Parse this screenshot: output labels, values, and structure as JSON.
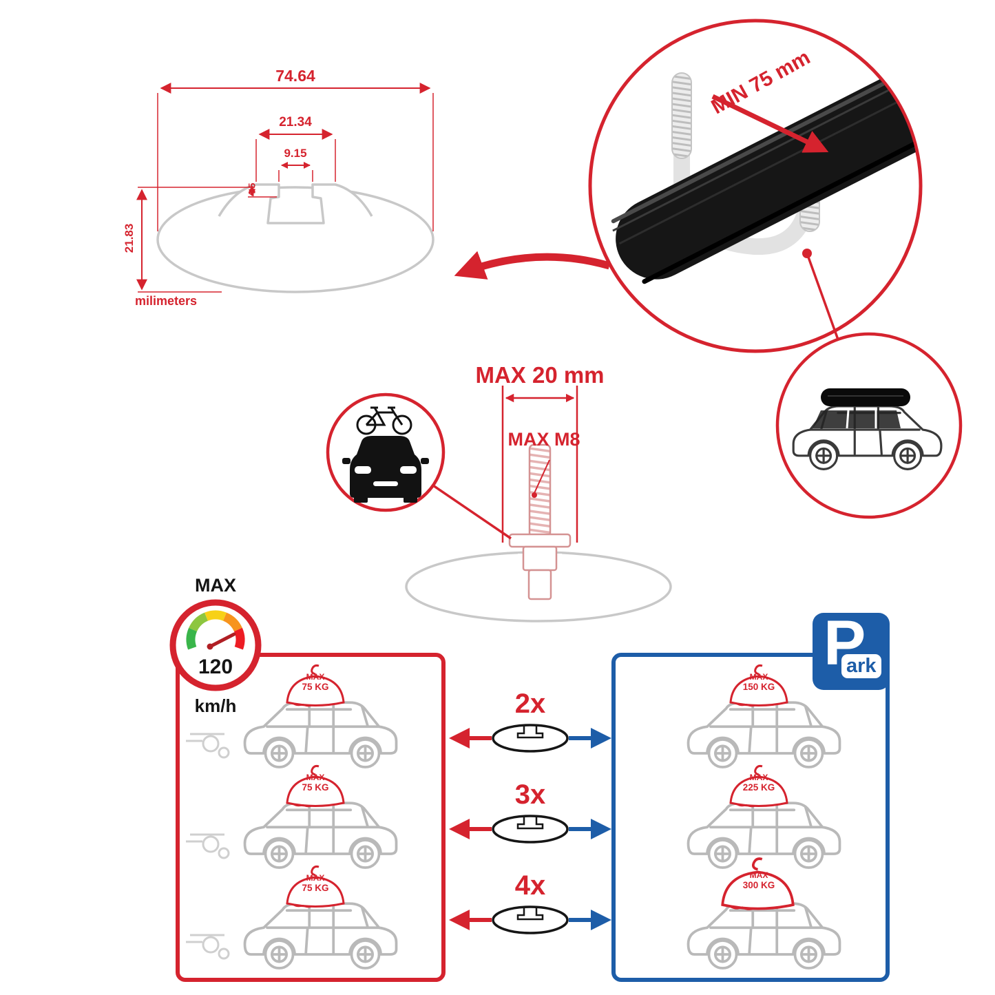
{
  "colors": {
    "accent_red": "#d5232e",
    "accent_blue": "#1d5da8",
    "profile_gray": "#c8c8c8",
    "bar_black": "#161616"
  },
  "dimension_drawing": {
    "total_width": "74.64",
    "channel_width": "21.34",
    "slot_width": "9.15",
    "lip_depth": "4.5",
    "total_height": "21.83",
    "units": "milimeters"
  },
  "bar_closeup": {
    "clamp_min": "MIN 75 mm"
  },
  "bolt": {
    "max_length": "MAX 20 mm",
    "max_thread": "MAX M8"
  },
  "speedometer": {
    "label": "MAX",
    "value": "120",
    "units": "km/h"
  },
  "load_chart": {
    "rows": [
      {
        "bar_count": "2x",
        "driving": {
          "label": "MAX",
          "weight": "75 KG"
        },
        "parked": {
          "label": "MAX",
          "weight": "150 KG"
        }
      },
      {
        "bar_count": "3x",
        "driving": {
          "label": "MAX",
          "weight": "75 KG"
        },
        "parked": {
          "label": "MAX",
          "weight": "225 KG"
        }
      },
      {
        "bar_count": "4x",
        "driving": {
          "label": "MAX",
          "weight": "75 KG"
        },
        "parked": {
          "label": "MAX",
          "weight": "300 KG"
        }
      }
    ],
    "park_sign": {
      "letter": "P",
      "suffix": "ark"
    }
  }
}
